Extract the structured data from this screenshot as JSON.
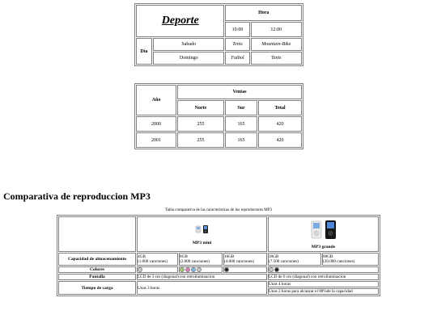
{
  "deporte": {
    "title": "Deporte",
    "hora_label": "Hora",
    "dia_label": "Día",
    "times": [
      "10:00",
      "12:00"
    ],
    "rows": [
      {
        "day": "Sabado",
        "cells": [
          "Tenis",
          "Mountain-Bike"
        ]
      },
      {
        "day": "Domingo",
        "cells": [
          "Futbol",
          "Tenis"
        ]
      }
    ]
  },
  "ventas": {
    "ano_label": "Año",
    "ventas_label": "Ventas",
    "columns": [
      "Norte",
      "Sur",
      "Total"
    ],
    "rows": [
      {
        "year": "2000",
        "values": [
          "255",
          "165",
          "420"
        ]
      },
      {
        "year": "2001",
        "values": [
          "255",
          "165",
          "420"
        ]
      }
    ]
  },
  "mp3": {
    "heading": "Comparativa de reproduccion MP3",
    "caption": "Tabla comparativa de las caracteristicas de los reproductores MP3",
    "products": [
      "MP3 mini",
      "MP3 grande"
    ],
    "capacity_label": "Capacidad de almacenamiento",
    "capacities_mini": [
      {
        "size": "4GB",
        "songs": "(1.000 canciones)"
      },
      {
        "size": "8GB",
        "songs": "(2.000 canciones)"
      },
      {
        "size": "16GB",
        "songs": "(4.000 canciones)"
      }
    ],
    "capacities_grande": [
      {
        "size": "30GB",
        "songs": "(7.500 canciones)"
      },
      {
        "size": "80GB",
        "songs": "(20.000 canciones)"
      }
    ],
    "colors_label": "Colores",
    "colors": {
      "mini_1": [
        "#c8c8c8"
      ],
      "mini_2": [
        "#9bd36a",
        "#e07bc0",
        "#7ab8e8",
        "#c8c8c8"
      ],
      "mini_3": [
        "#222222"
      ],
      "grande": [
        "#c8c8c8",
        "#222222"
      ]
    },
    "screen_label": "Pantalla",
    "screen_mini": "LCD de 3 cm (diagonal) con retroiluminacion",
    "screen_grande": "LCD de 6 cm (diagonal) con retroiluminacion",
    "charge_label": "Tiempo de carga",
    "charge_mini": "Unas 3 horas",
    "charge_grande_1": "Unas 4 horas",
    "charge_grande_2": "Unas 2 horas para alcanzar el 80%de la capacidad"
  }
}
